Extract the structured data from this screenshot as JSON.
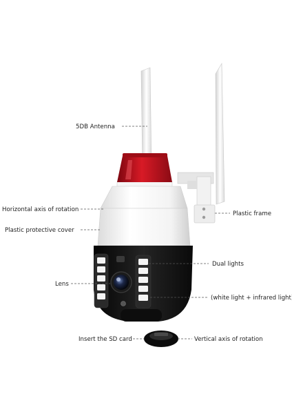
{
  "diagram": {
    "labels": {
      "antenna": "5DB Antenna",
      "horizontal_axis": "Horizontal axis of rotation",
      "protective_cover": "Plastic protective cover",
      "plastic_frame": "Plastic frame",
      "dual_lights": "Dual lights",
      "lens": "Lens",
      "light_types": "(white light + infrared light)",
      "sd_card": "Insert the SD card",
      "vertical_axis": "Vertical axis of rotation"
    },
    "colors": {
      "body_white": "#f1f1f1",
      "body_black": "#141414",
      "alarm_red": "#c4121f",
      "led_white": "#f4f4f4"
    }
  }
}
